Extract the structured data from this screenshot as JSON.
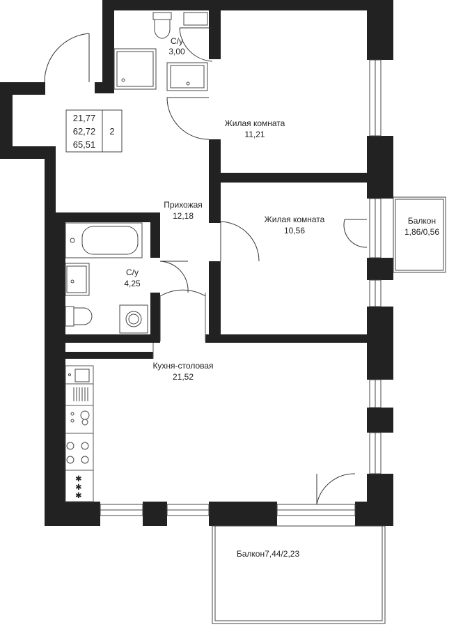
{
  "summary": {
    "living_area": "21,77",
    "total_area": "62,72",
    "total_with_balcony": "65,51",
    "rooms": "2"
  },
  "rooms": {
    "bathroom_top": {
      "name": "С/у",
      "area": "3,00"
    },
    "bedroom_1": {
      "name": "Жилая комната",
      "area": "11,21"
    },
    "hallway": {
      "name": "Прихожая",
      "area": "12,18"
    },
    "bedroom_2": {
      "name": "Жилая комната",
      "area": "10,56"
    },
    "balcony_small": {
      "name": "Балкон",
      "area": "1,86/0,56"
    },
    "bathroom_mid": {
      "name": "С/у",
      "area": "4,25"
    },
    "kitchen": {
      "name": "Кухня-столовая",
      "area": "21,52"
    },
    "balcony_big": {
      "label": "Балкон7,44/2,23"
    }
  },
  "colors": {
    "wall": "#222222",
    "line": "#555555",
    "background": "#ffffff"
  }
}
